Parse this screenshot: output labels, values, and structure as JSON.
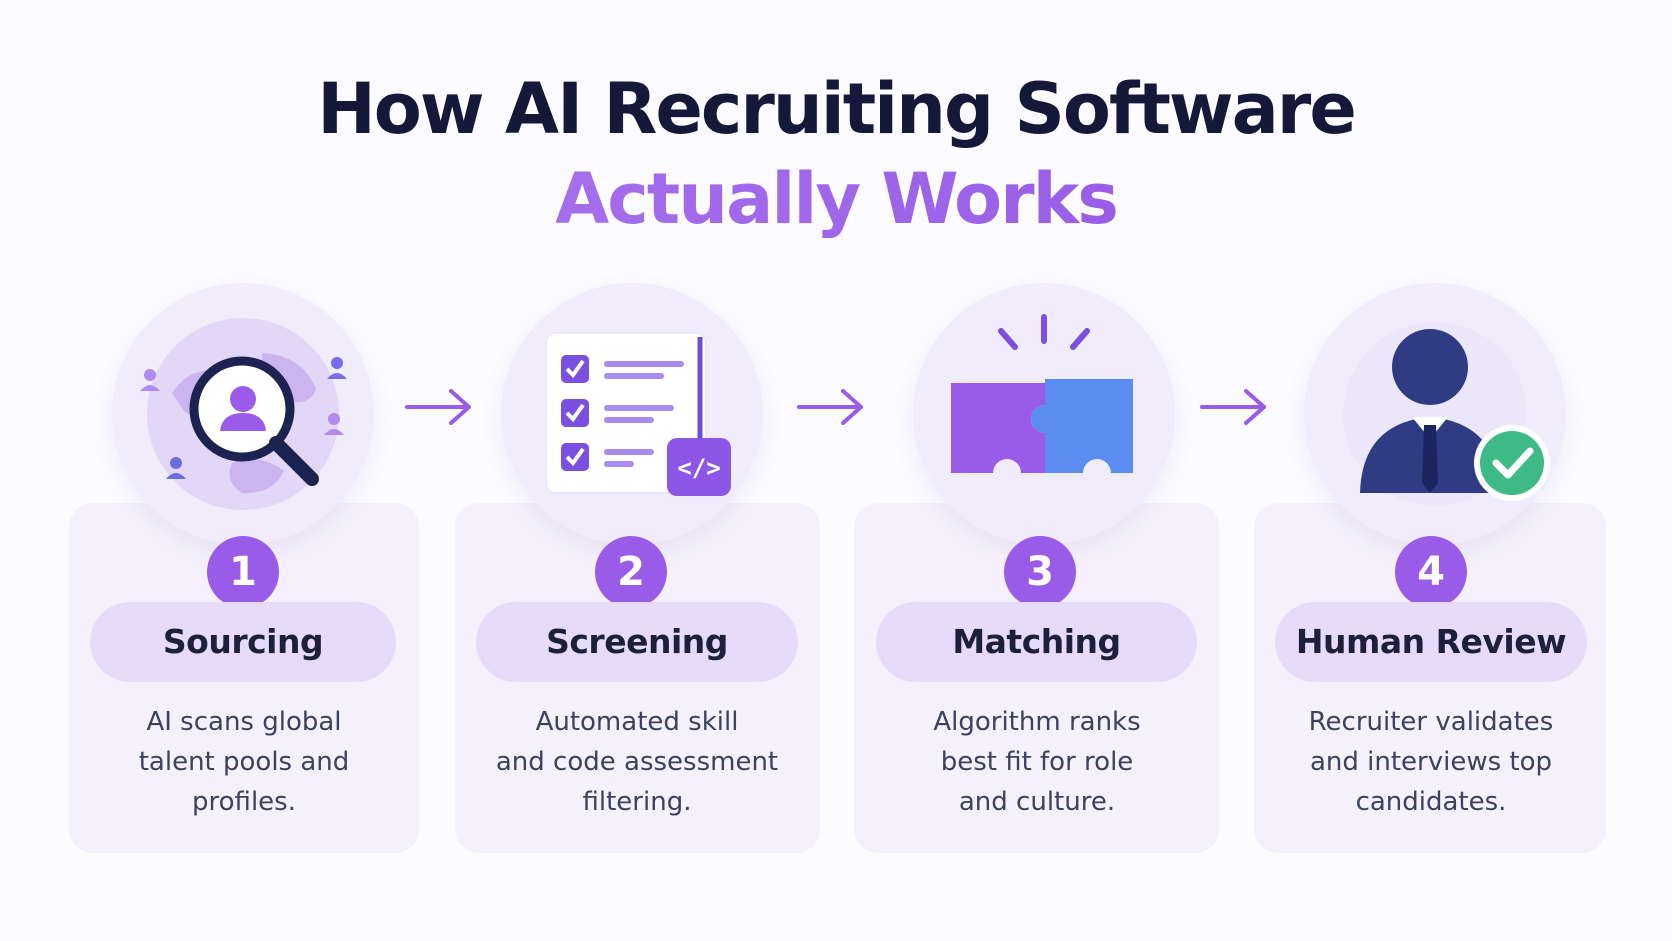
{
  "header": {
    "title": "How AI Recruiting Software",
    "subtitle": "Actually Works"
  },
  "colors": {
    "accent": "#9a5ce8",
    "title": "#151838",
    "pill": "#e6dcfa",
    "card": "#f4f1fc",
    "blue_piece": "#5b8cf0",
    "navy": "#2f3b82",
    "check_green": "#3dba86"
  },
  "steps": [
    {
      "number": "1",
      "title": "Sourcing",
      "description_lines": [
        "AI scans global",
        "talent pools and",
        "profiles."
      ],
      "icon": "globe-search-icon"
    },
    {
      "number": "2",
      "title": "Screening",
      "description_lines": [
        "Automated skill",
        "and code assessment",
        "filtering."
      ],
      "icon": "checklist-code-icon"
    },
    {
      "number": "3",
      "title": "Matching",
      "description_lines": [
        "Algorithm ranks",
        "best fit for role",
        "and culture."
      ],
      "icon": "puzzle-icon"
    },
    {
      "number": "4",
      "title": "Human Review",
      "description_lines": [
        "Recruiter validates",
        "and interviews top",
        "candidates."
      ],
      "icon": "approved-person-icon"
    }
  ]
}
